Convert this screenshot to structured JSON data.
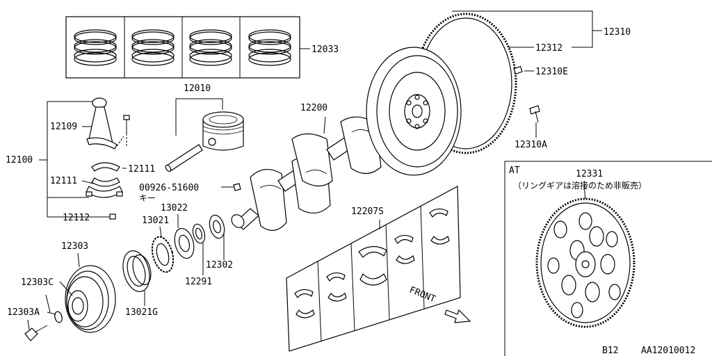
{
  "labels": {
    "p12310": "12310",
    "p12312": "12312",
    "p12310e": "12310E",
    "p12310a": "12310A",
    "p12033": "12033",
    "p12010": "12010",
    "p12200": "12200",
    "p12109": "12109",
    "p12100": "12100",
    "p12111a": "12111",
    "p12111b": "12111",
    "p12112": "12112",
    "p00926": "00926-51600",
    "key": "キー",
    "p13022": "13022",
    "p13021": "13021",
    "p12207s": "12207S",
    "p12303": "12303",
    "p12302": "12302",
    "p12291": "12291",
    "p12303c": "12303C",
    "p12303a": "12303A",
    "p13021g": "13021G",
    "at": "AT",
    "p12331": "12331",
    "ring_note": "（リングギアは溶接のため非販売）",
    "front": "FRONT",
    "page": "B12",
    "code": "AA12010012"
  }
}
